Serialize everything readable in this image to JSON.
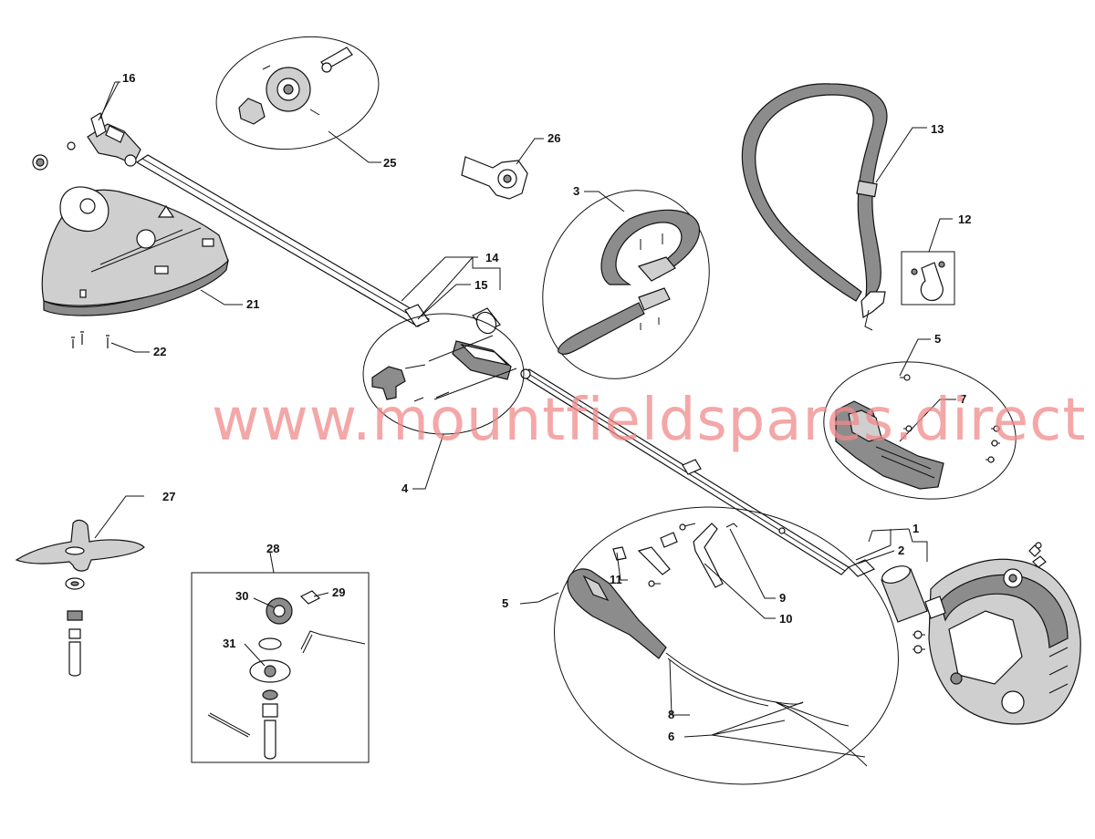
{
  "watermark": "www.mountfieldspares.direct",
  "labels": {
    "l1": "1",
    "l2": "2",
    "l3": "3",
    "l4": "4",
    "l5a": "5",
    "l5b": "5",
    "l6": "6",
    "l7": "7",
    "l8": "8",
    "l9": "9",
    "l10": "10",
    "l11": "11",
    "l12": "12",
    "l13": "13",
    "l14": "14",
    "l15": "15",
    "l16": "16",
    "l21": "21",
    "l22": "22",
    "l25": "25",
    "l26": "26",
    "l27": "27",
    "l28": "28",
    "l29": "29",
    "l30": "30",
    "l31": "31"
  }
}
